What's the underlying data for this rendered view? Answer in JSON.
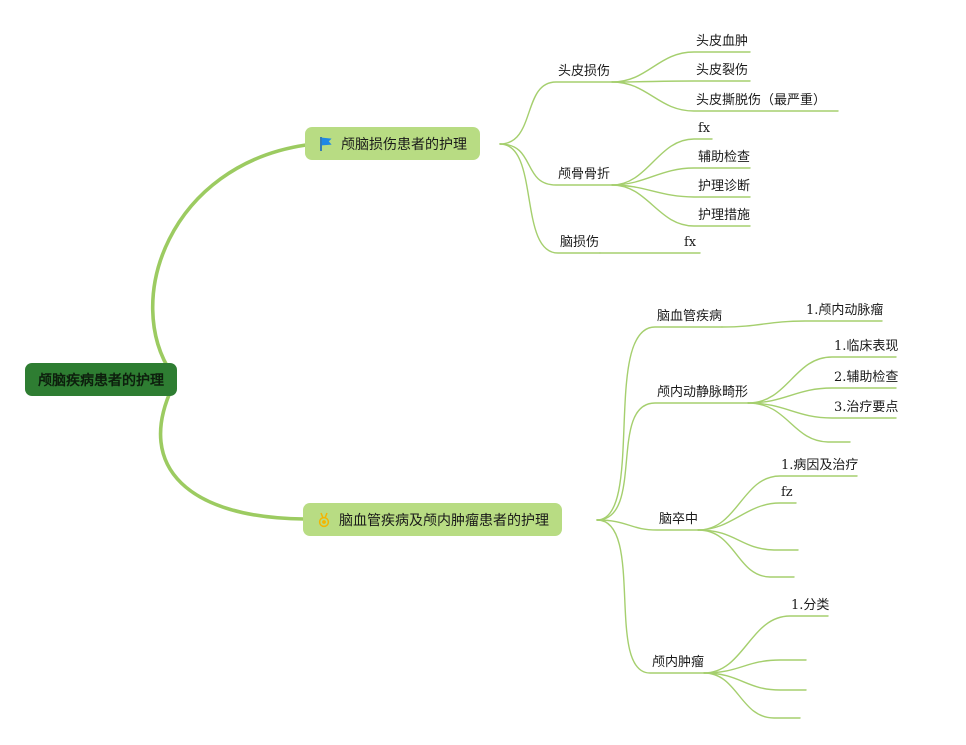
{
  "mindmap": {
    "root": {
      "label": "颅脑疾病患者的护理"
    },
    "branches": [
      {
        "label": "颅脑损伤患者的护理",
        "icon": "blue-flag-icon",
        "topics": [
          {
            "label": "头皮损伤",
            "leaves": [
              "头皮血肿",
              "头皮裂伤",
              "头皮撕脱伤（最严重）"
            ]
          },
          {
            "label": "颅骨骨折",
            "leaves": [
              "fx",
              "辅助检查",
              "护理诊断",
              "护理措施"
            ]
          },
          {
            "label": "脑损伤",
            "leaves": [
              "fx"
            ]
          }
        ]
      },
      {
        "label": "脑血管疾病及颅内肿瘤患者的护理",
        "icon": "yellow-medal-icon",
        "topics": [
          {
            "label": "脑血管疾病",
            "leaves": [
              "1.颅内动脉瘤"
            ]
          },
          {
            "label": "颅内动静脉畸形",
            "leaves": [
              "1.临床表现",
              "2.辅助检查",
              "3.治疗要点"
            ]
          },
          {
            "label": "脑卒中",
            "leaves": [
              "1.病因及治疗",
              "fz"
            ]
          },
          {
            "label": "颅内肿瘤",
            "leaves": [
              "1.分类"
            ]
          }
        ]
      }
    ],
    "colors": {
      "root_bg": "#2e7d32",
      "branch_bg": "#b8dc83",
      "line": "#a5cf6e",
      "flag": "#1e88e5",
      "medal": "#f4b400"
    }
  }
}
